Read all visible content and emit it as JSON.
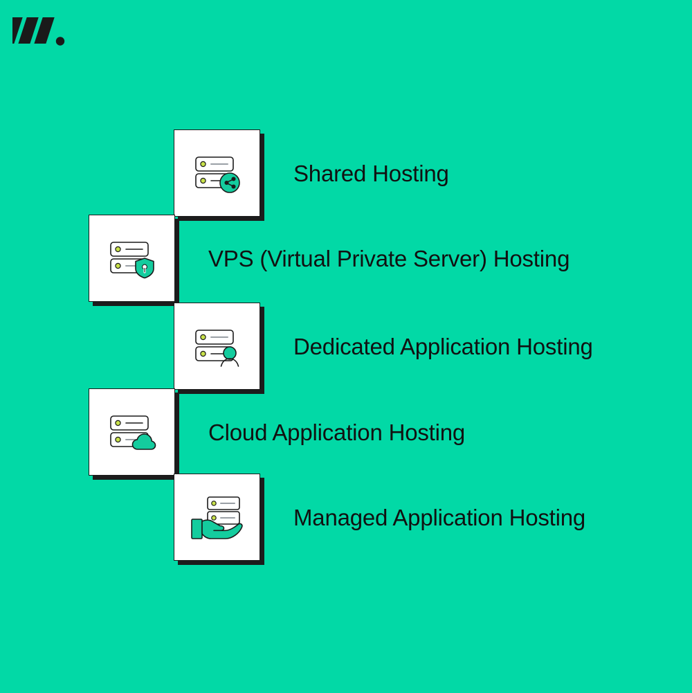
{
  "brand": {
    "logo_name": "w-monogram-logo",
    "logo_color": "#1A1A1A"
  },
  "theme": {
    "background": "#02D9A6",
    "card_background": "#FFFFFF",
    "card_border": "#1A1A1A",
    "card_shadow": "#1C1C1C",
    "accent": "#14CC9E",
    "text": "#111111",
    "led": "#C8E14A"
  },
  "items": [
    {
      "id": "shared-hosting",
      "label": "Shared Hosting",
      "icon": "server-share-icon",
      "badge": "share-icon",
      "align": "indent"
    },
    {
      "id": "vps-hosting",
      "label": "VPS (Virtual Private Server) Hosting",
      "icon": "server-shield-icon",
      "badge": "shield-lock-icon",
      "align": "outdent"
    },
    {
      "id": "dedicated-application-hosting",
      "label": "Dedicated Application Hosting",
      "icon": "server-user-icon",
      "badge": "user-icon",
      "align": "indent"
    },
    {
      "id": "cloud-application-hosting",
      "label": "Cloud Application Hosting",
      "icon": "server-cloud-icon",
      "badge": "cloud-icon",
      "align": "outdent"
    },
    {
      "id": "managed-application-hosting",
      "label": "Managed Application Hosting",
      "icon": "server-hand-icon",
      "badge": "hand-icon",
      "align": "indent"
    }
  ]
}
